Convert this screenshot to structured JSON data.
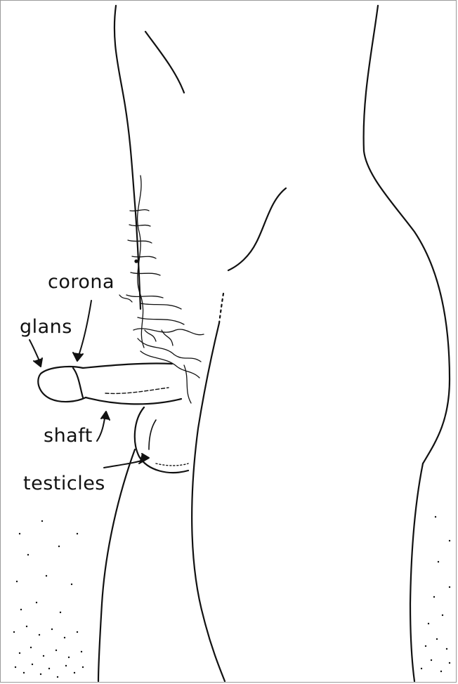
{
  "labels": {
    "corona": "corona",
    "glans": "glans",
    "shaft": "shaft",
    "testicles": "testicles"
  },
  "colors": {
    "ink": "#111111",
    "paper": "#ffffff",
    "frame": "#9a9a9a"
  }
}
